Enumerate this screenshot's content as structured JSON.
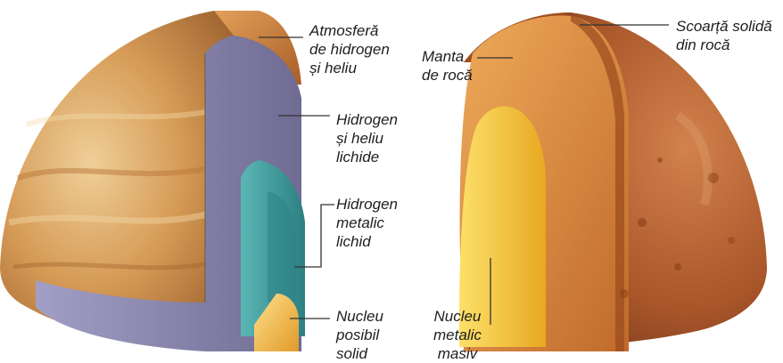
{
  "jupiter": {
    "labels": {
      "atmosphere": "Atmosferă\nde hidrogen\nși heliu",
      "liquid_h_he": "Hidrogen\nși heliu\nlichide",
      "metallic_h": "Hidrogen\nmetalic\nlichid",
      "core": "Nucleu\nposibil\nsolid"
    },
    "colors": {
      "surface": "#c98a42",
      "liquid_layer": "#8a86ad",
      "metallic_layer": "#3e9a9c",
      "core": "#f0b640"
    }
  },
  "mars": {
    "labels": {
      "crust": "Scoarță solidă\ndin rocă",
      "mantle": "Manta\nde rocă",
      "core": "Nucleu\nmetalic\nmasiv"
    },
    "colors": {
      "surface": "#b8602e",
      "mantle": "#d98a3c",
      "core": "#f2c530"
    }
  }
}
